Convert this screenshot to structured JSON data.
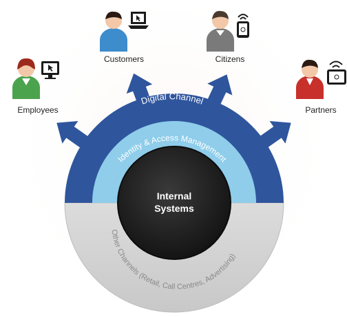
{
  "stakeholders": {
    "employees": {
      "label": "Employees",
      "device": "desktop-monitor-icon"
    },
    "customers": {
      "label": "Customers",
      "device": "laptop-icon"
    },
    "citizens": {
      "label": "Citizens",
      "device": "mobile-phone-icon"
    },
    "partners": {
      "label": "Partners",
      "device": "wireless-tablet-icon"
    }
  },
  "rings": {
    "digital_channel": "Digital Channel",
    "identity_access": "Identity & Access Management",
    "other_channels": "Other Channels (Retail, Call Centres, Advertising)"
  },
  "core": {
    "line1": "Internal",
    "line2": "Systems"
  },
  "colors": {
    "digital_ring": "#2f559d",
    "identity_ring": "#8fcdea",
    "core": "#1e1e1e",
    "other_ring": "#d4d4d4",
    "employee": "#4ca34d",
    "customer": "#3d8ccc",
    "citizen": "#7a7a7a",
    "partner": "#c8302b"
  }
}
